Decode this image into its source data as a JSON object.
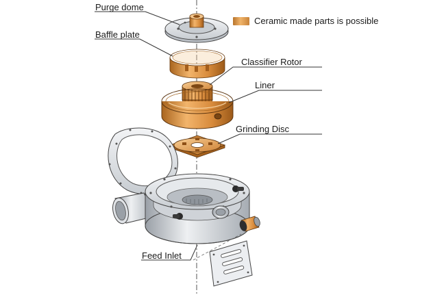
{
  "labels": {
    "purge_dome": "Purge dome",
    "baffle_plate": "Baffle plate",
    "classifier_rotor": "Classifier Rotor",
    "liner": "Liner",
    "grinding_disc": "Grinding Disc",
    "feed_inlet": "Feed Inlet"
  },
  "legend": {
    "text": "Ceramic made parts is possible",
    "swatch_color": "#e09a52"
  },
  "colors": {
    "ceramic": "#e09a52",
    "ceramic_dark": "#b36b22",
    "steel": "#d7dbe0",
    "steel_dark": "#8f959c",
    "outline": "#3a3a3a"
  }
}
